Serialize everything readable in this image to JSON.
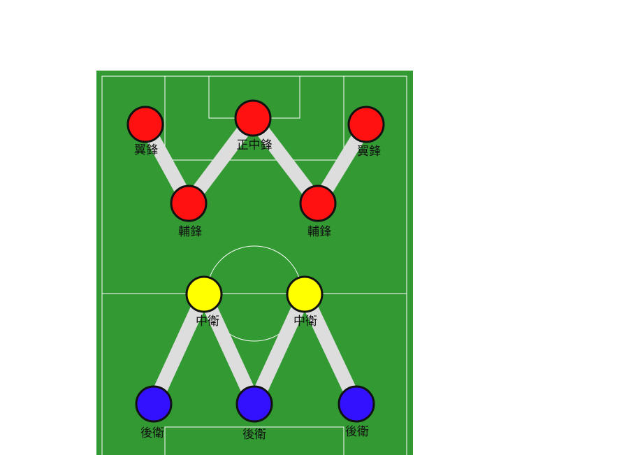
{
  "colors": {
    "pitch": "#339933",
    "line": "#ffffff",
    "link": "#dddddd",
    "forward": "#ff1111",
    "midfielder": "#ffff00",
    "defender": "#3311ff",
    "outline": "#111111"
  },
  "players": [
    {
      "id": "lw",
      "role": "forward",
      "label": "翼鋒"
    },
    {
      "id": "cf",
      "role": "forward",
      "label": "正中鋒"
    },
    {
      "id": "rw",
      "role": "forward",
      "label": "翼鋒"
    },
    {
      "id": "lsf",
      "role": "forward",
      "label": "輔鋒"
    },
    {
      "id": "rsf",
      "role": "forward",
      "label": "輔鋒"
    },
    {
      "id": "lcm",
      "role": "midfielder",
      "label": "中衛"
    },
    {
      "id": "rcm",
      "role": "midfielder",
      "label": "中衛"
    },
    {
      "id": "lb",
      "role": "defender",
      "label": "後衛"
    },
    {
      "id": "cb",
      "role": "defender",
      "label": "後衛"
    },
    {
      "id": "rb",
      "role": "defender",
      "label": "後衛"
    }
  ],
  "links": [
    [
      "lw",
      "lsf"
    ],
    [
      "lsf",
      "cf"
    ],
    [
      "cf",
      "rsf"
    ],
    [
      "rsf",
      "rw"
    ],
    [
      "lb",
      "lcm"
    ],
    [
      "lcm",
      "cb"
    ],
    [
      "cb",
      "rcm"
    ],
    [
      "rcm",
      "rb"
    ]
  ]
}
